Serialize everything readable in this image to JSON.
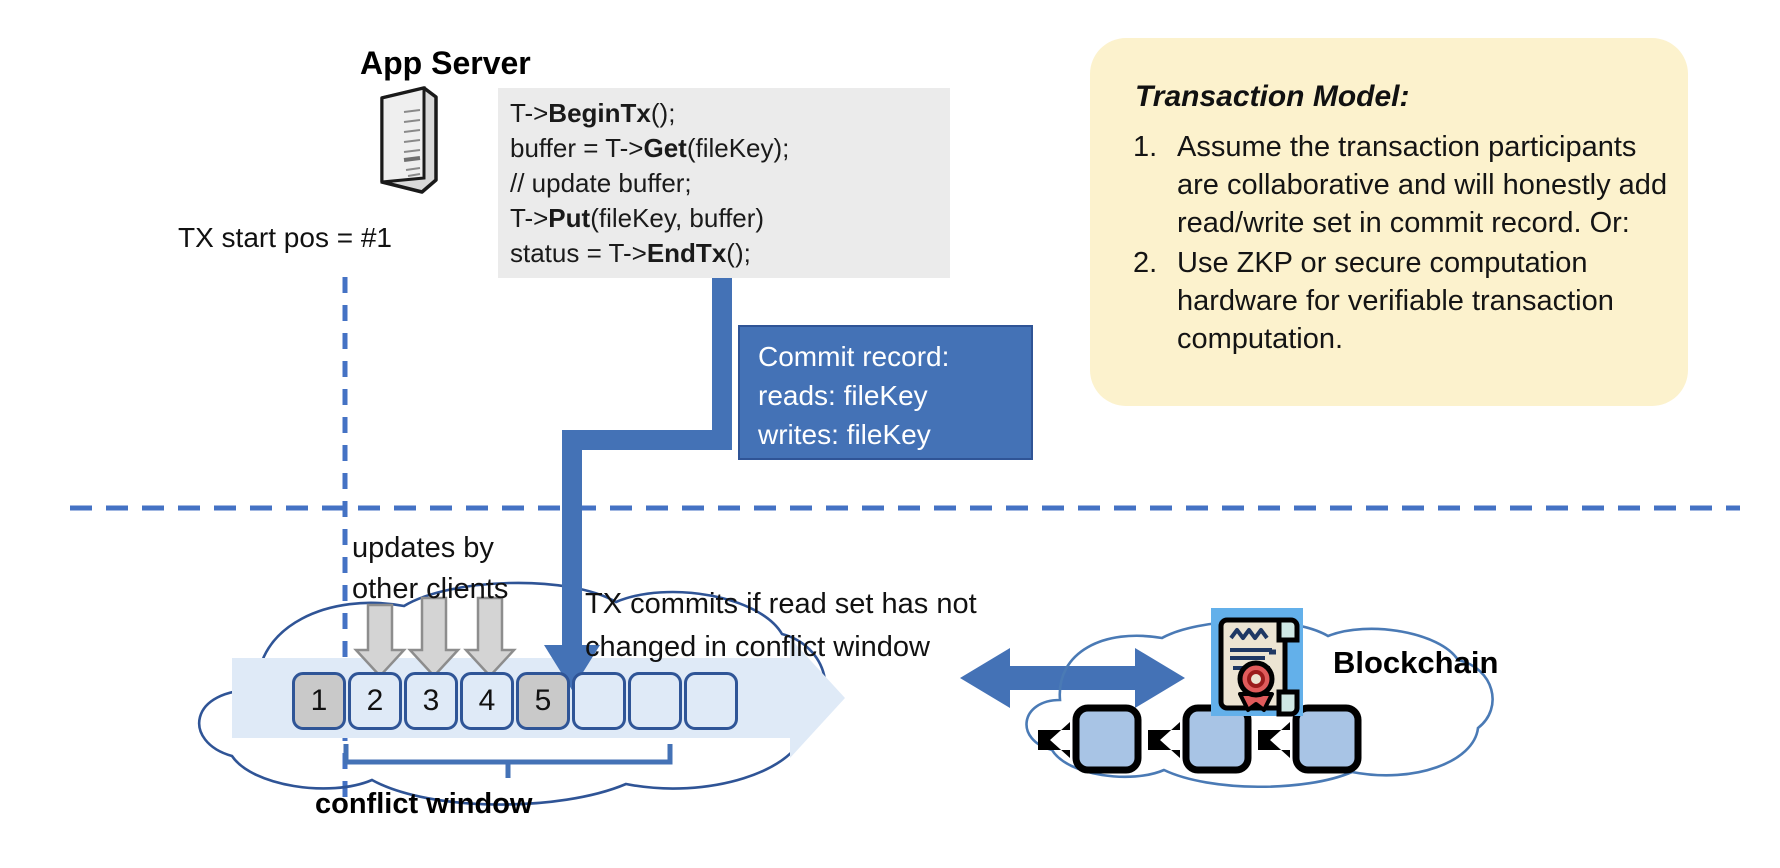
{
  "app_server": {
    "title": "App Server",
    "icon": "server-tower-icon",
    "code_lines": [
      {
        "pre": "T->",
        "bold": "BeginTx",
        "post": "();"
      },
      {
        "pre": "buffer = T->",
        "bold": "Get",
        "post": "(fileKey);"
      },
      {
        "pre": "// update buffer;",
        "bold": "",
        "post": ""
      },
      {
        "pre": "T->",
        "bold": "Put",
        "post": "(fileKey, buffer)"
      },
      {
        "pre": "status = T->",
        "bold": "EndTx",
        "post": "();"
      }
    ]
  },
  "tx_start": {
    "label": "TX start pos = #1"
  },
  "commit_record": {
    "lines": [
      "Commit record:",
      "reads: fileKey",
      "writes: fileKey"
    ],
    "fill_color": "#4472b6",
    "text_color": "#ffffff"
  },
  "transaction_model": {
    "title": "Transaction Model:",
    "background_color": "#fcf2cd",
    "items": [
      {
        "num": "1.",
        "text": "Assume the transaction participants are collaborative and will honestly add read/write set in commit record.  Or:"
      },
      {
        "num": "2.",
        "text": "Use ZKP or secure computation hardware for verifiable transaction computation."
      }
    ]
  },
  "ledger": {
    "updates_label": "updates by\nother clients",
    "updates_label_line1": "updates by",
    "updates_label_line2": "other clients",
    "commits_label_line1": "TX commits if read set has not",
    "commits_label_line2": "changed in conflict window",
    "conflict_window_label": "conflict window",
    "blocks": [
      {
        "label": "1",
        "state": "grey"
      },
      {
        "label": "2",
        "state": "light"
      },
      {
        "label": "3",
        "state": "light"
      },
      {
        "label": "4",
        "state": "light"
      },
      {
        "label": "5",
        "state": "grey"
      },
      {
        "label": "",
        "state": "light"
      },
      {
        "label": "",
        "state": "light"
      },
      {
        "label": "",
        "state": "light"
      }
    ],
    "block_border_color": "#2f5597",
    "grey_fill": "#c9c9c9",
    "light_fill": "#dfeaf7",
    "update_arrow_count": 3
  },
  "blockchain": {
    "label": "Blockchain",
    "icon": "certificate-contract-icon",
    "block_count": 3,
    "block_fill": "#a8c4e5",
    "sync_arrow_color": "#4472b6"
  },
  "palette": {
    "accent_blue": "#4472b6",
    "dark_blue": "#2f5597",
    "dashed_blue": "#4472c4",
    "code_bg": "#ebebeb",
    "cloud_stroke": "#2f5496"
  }
}
